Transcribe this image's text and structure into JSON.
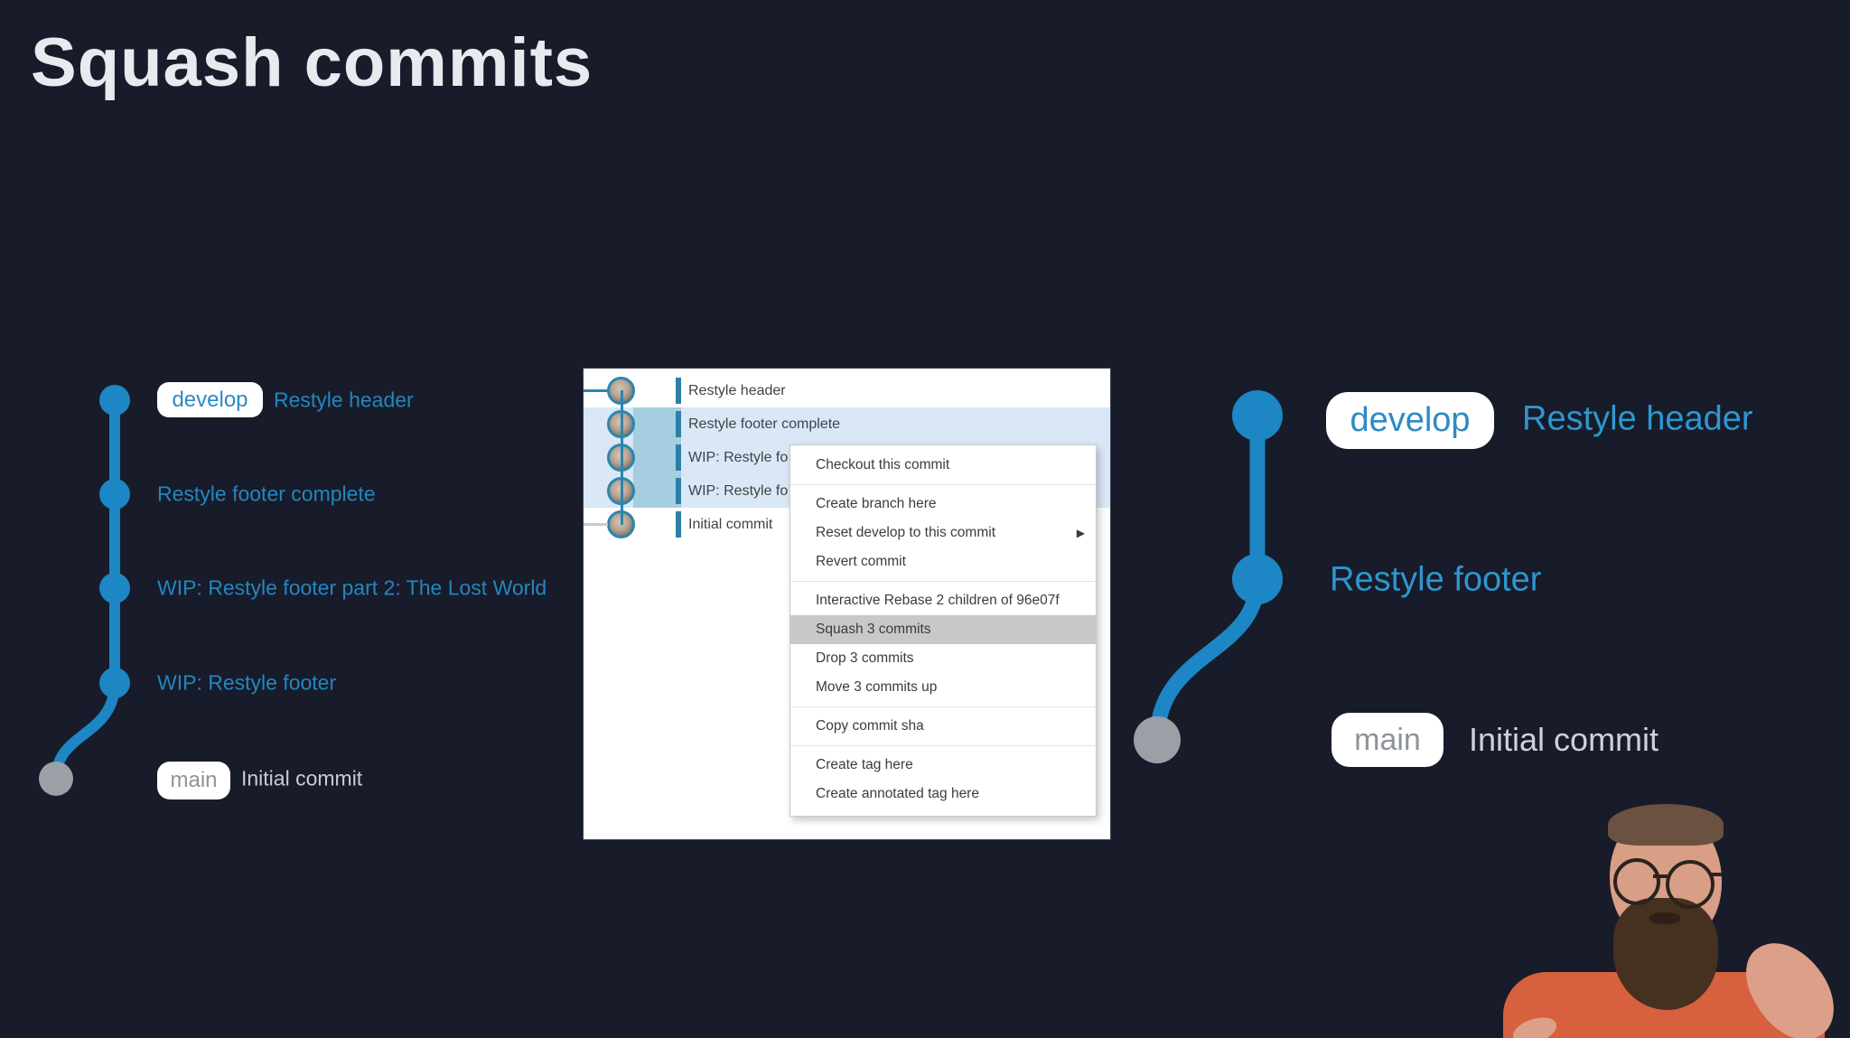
{
  "slide": {
    "title": "Squash commits"
  },
  "colors": {
    "background": "#181b29",
    "title_text": "#e8eaef",
    "branch_blue": "#1d86c4",
    "commit_text_blue": "#2187c0",
    "commit_text_blue_large": "#2d97d0",
    "muted_gray_text": "#c9cdd4",
    "gray_dot": "#9aa0a6",
    "badge_develop_text": "#2b8cc4",
    "badge_main_text": "#8e939b",
    "row_selection_blue": "#d9e7f6",
    "row_selection_teal": "#a5cee1",
    "ref_bar_teal": "#2e7fa6",
    "menu_highlight_gray": "#c8c8c8",
    "shirt_orange": "#d7603e"
  },
  "left_graph": {
    "commits": [
      {
        "badge": "develop",
        "message": "Restyle header"
      },
      {
        "message": "Restyle footer complete"
      },
      {
        "message": "WIP: Restyle footer part 2: The Lost World"
      },
      {
        "message": "WIP: Restyle footer"
      },
      {
        "badge": "main",
        "message": "Initial commit"
      }
    ]
  },
  "app_screenshot": {
    "commit_rows": [
      {
        "message": "Restyle header",
        "selected": false
      },
      {
        "message": "Restyle footer complete",
        "selected": true
      },
      {
        "message": "WIP: Restyle fo",
        "selected": true
      },
      {
        "message": "WIP: Restyle fo",
        "selected": true
      },
      {
        "message": "Initial commit",
        "selected": false
      }
    ],
    "context_menu": {
      "items": [
        "Checkout this commit",
        "Create branch here",
        "Reset develop to this commit",
        "Revert commit",
        "Interactive Rebase 2 children of 96e07f",
        "Squash 3 commits",
        "Drop 3 commits",
        "Move 3 commits up",
        "Copy commit sha",
        "Create tag here",
        "Create annotated tag here"
      ],
      "highlighted_item": "Squash 3 commits",
      "submenu_arrow": "▶"
    }
  },
  "right_graph": {
    "commits": [
      {
        "badge": "develop",
        "message": "Restyle header"
      },
      {
        "message": "Restyle footer"
      },
      {
        "badge": "main",
        "message": "Initial commit"
      }
    ]
  }
}
